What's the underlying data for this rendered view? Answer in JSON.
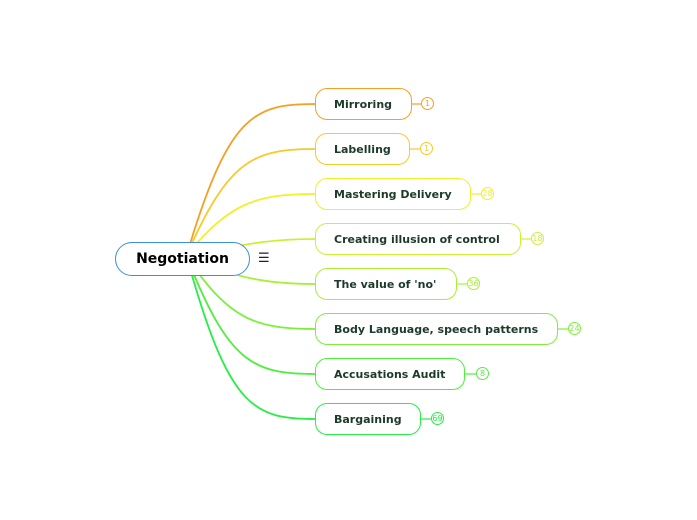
{
  "root": {
    "label": "Negotiation",
    "menu_icon": "☰"
  },
  "branches": [
    {
      "label": "Mirroring",
      "count": "1",
      "color": "#f5a021"
    },
    {
      "label": "Labelling",
      "count": "1",
      "color": "#f9c928"
    },
    {
      "label": "Mastering Delivery",
      "count": "28",
      "color": "#f2ef2d"
    },
    {
      "label": "Creating illusion of control",
      "count": "18",
      "color": "#cdef32"
    },
    {
      "label": "The value of 'no'",
      "count": "36",
      "color": "#a8ef36"
    },
    {
      "label": "Body Language, speech patterns",
      "count": "24",
      "color": "#7cef3a"
    },
    {
      "label": "Accusations Audit",
      "count": "8",
      "color": "#4fee3e"
    },
    {
      "label": "Bargaining",
      "count": "69",
      "color": "#27ee45"
    }
  ]
}
